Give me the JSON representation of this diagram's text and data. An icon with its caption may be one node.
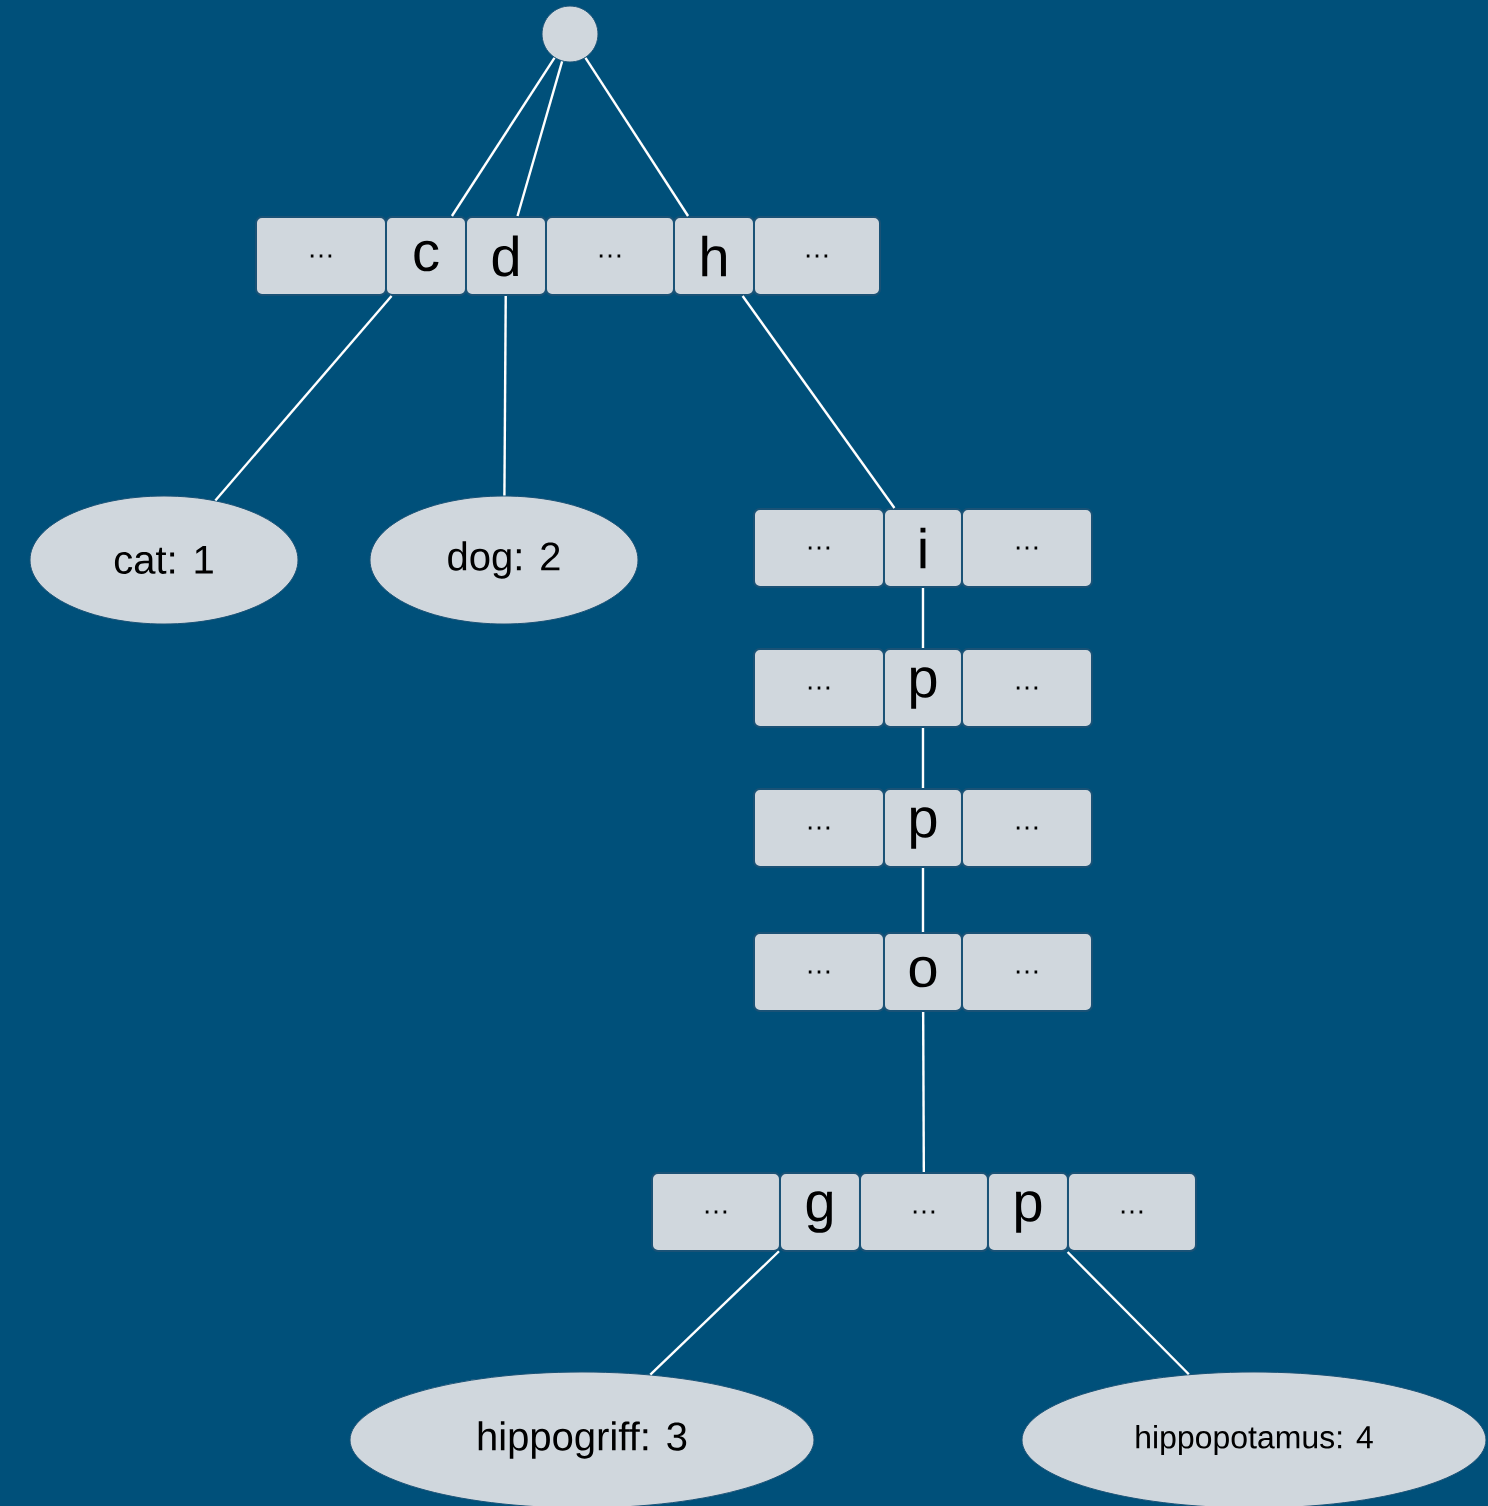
{
  "diagram": {
    "nodes": [
      {
        "text": [],
        "shape": "circle"
      },
      {
        "text": [
          "…"
        ]
      },
      {
        "text": [
          "c"
        ]
      },
      {
        "text": [
          "d"
        ]
      },
      {
        "text": [
          "…"
        ]
      },
      {
        "text": [
          "h"
        ]
      },
      {
        "text": [
          "…"
        ]
      },
      {
        "text": [
          "cat: 1"
        ]
      },
      {
        "text": [
          "dog: 2"
        ]
      },
      {
        "text": [
          "…"
        ]
      },
      {
        "text": [
          "i"
        ]
      },
      {
        "text": [
          "…"
        ]
      },
      {
        "text": [
          "…"
        ]
      },
      {
        "text": [
          "p"
        ]
      },
      {
        "text": [
          "…"
        ]
      },
      {
        "text": [
          "…"
        ]
      },
      {
        "text": [
          "p"
        ]
      },
      {
        "text": [
          "…"
        ]
      },
      {
        "text": [
          "…"
        ]
      },
      {
        "text": [
          "o"
        ]
      },
      {
        "text": [
          "…"
        ]
      },
      {
        "text": [
          "…"
        ]
      },
      {
        "text": [
          "g"
        ]
      },
      {
        "text": [
          "…"
        ]
      },
      {
        "text": [
          "p"
        ]
      },
      {
        "text": [
          "…"
        ]
      },
      {
        "text": [
          "hippogriff: 3"
        ]
      },
      {
        "text": [
          "hippopotamus: 4"
        ]
      }
    ],
    "edges": [
      {
        "from": 0,
        "to": 2,
        "arrow": "none"
      },
      {
        "from": 0,
        "to": 3,
        "arrow": "none"
      },
      {
        "from": 0,
        "to": 5,
        "arrow": "none"
      },
      {
        "from": 2,
        "to": 7,
        "arrow": "none"
      },
      {
        "from": 3,
        "to": 8,
        "arrow": "none"
      },
      {
        "from": 5,
        "to": 10,
        "arrow": "none"
      },
      {
        "from": 10,
        "to": 13,
        "arrow": "none"
      },
      {
        "from": 13,
        "to": 16,
        "arrow": "none"
      },
      {
        "from": 16,
        "to": 19,
        "arrow": "none"
      },
      {
        "from": 19,
        "to": 23,
        "arrow": "none"
      },
      {
        "from": 22,
        "to": 26,
        "arrow": "none"
      },
      {
        "from": 24,
        "to": 27,
        "arrow": "none"
      }
    ]
  }
}
